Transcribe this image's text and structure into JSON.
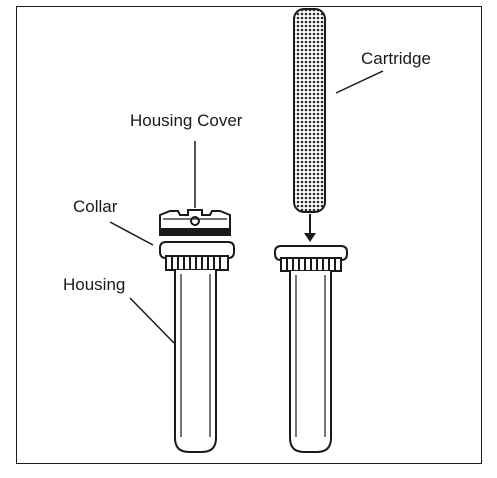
{
  "labels": {
    "cartridge": "Cartridge",
    "housing_cover": "Housing Cover",
    "collar": "Collar",
    "housing": "Housing"
  },
  "colors": {
    "stroke": "#1a1a1a",
    "mesh_fill": "#3a3a3a",
    "background": "#ffffff"
  }
}
